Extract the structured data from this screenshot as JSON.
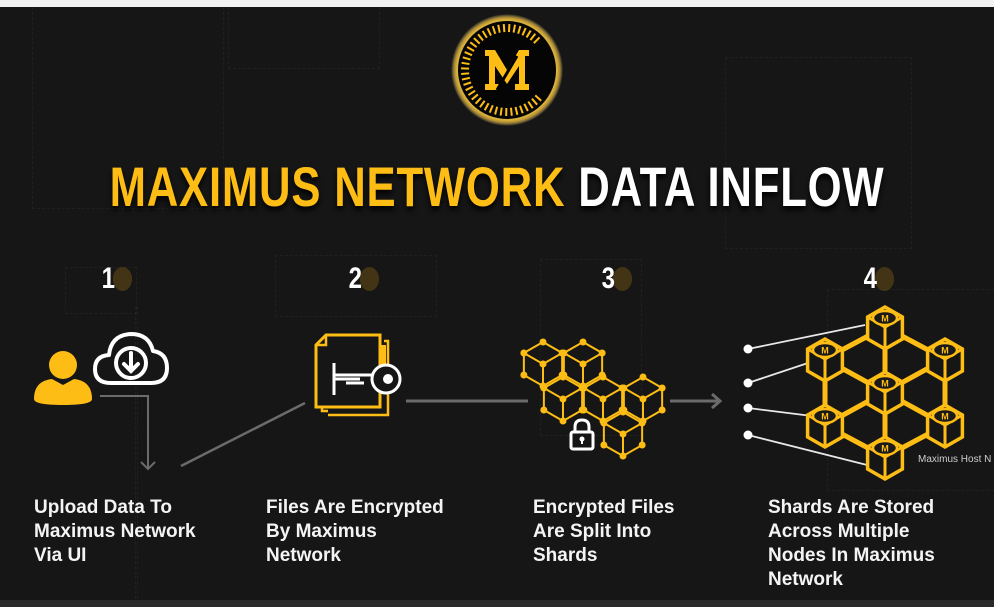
{
  "title": {
    "highlight": "MAXIMUS NETWORK",
    "rest": "DATA INFLOW"
  },
  "logo": {
    "glyph": "M",
    "icon": "maximus-logo"
  },
  "colors": {
    "accent": "#fdbd14",
    "background": "#161616",
    "text": "#ffffff",
    "connector": "#6b6b6b"
  },
  "steps": [
    {
      "number": "1",
      "description_lines": [
        "Upload Data To",
        "Maximus Network",
        "Via UI"
      ],
      "icons": [
        "user-icon",
        "cloud-download-icon"
      ]
    },
    {
      "number": "2",
      "description_lines": [
        "Files Are Encrypted",
        "By Maximus",
        "Network"
      ],
      "icons": [
        "encrypted-file-key-icon"
      ]
    },
    {
      "number": "3",
      "description_lines": [
        "Encrypted Files",
        "Are Split Into",
        "Shards"
      ],
      "icons": [
        "shard-cubes-icon",
        "lock-icon"
      ]
    },
    {
      "number": "4",
      "description_lines": [
        "Shards Are Stored",
        "Across Multiple",
        "Nodes In Maximus",
        "Network"
      ],
      "icons": [
        "node-network-icon"
      ]
    }
  ],
  "host_label": "Maximus Host N"
}
